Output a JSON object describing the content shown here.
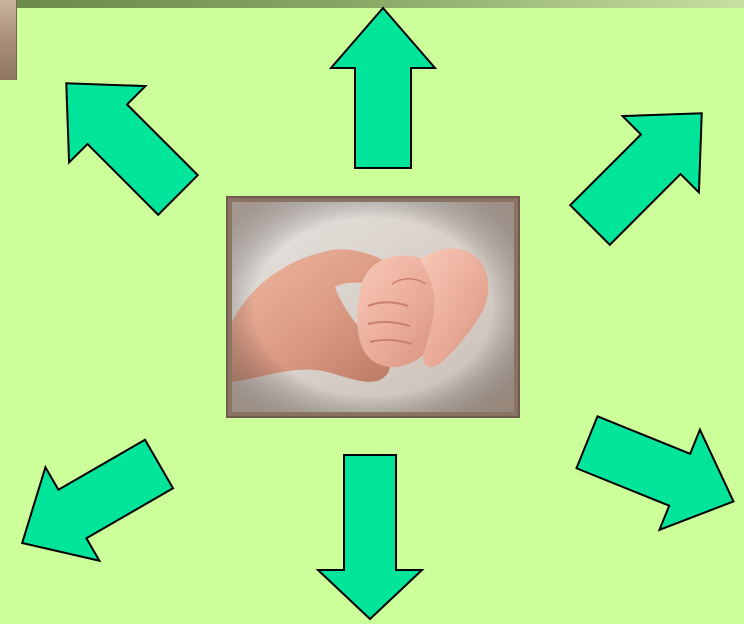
{
  "slide": {
    "background_color": "#ccff99",
    "arrow_fill": "#00e59a",
    "arrow_stroke": "#000000",
    "center_image": "baby-hand-holding-adult-finger-photo",
    "arrows": [
      {
        "name": "arrow-up",
        "direction": "up"
      },
      {
        "name": "arrow-up-right",
        "direction": "up-right"
      },
      {
        "name": "arrow-right",
        "direction": "down-right"
      },
      {
        "name": "arrow-down",
        "direction": "down"
      },
      {
        "name": "arrow-down-left",
        "direction": "down-left"
      },
      {
        "name": "arrow-up-left",
        "direction": "up-left"
      }
    ]
  }
}
